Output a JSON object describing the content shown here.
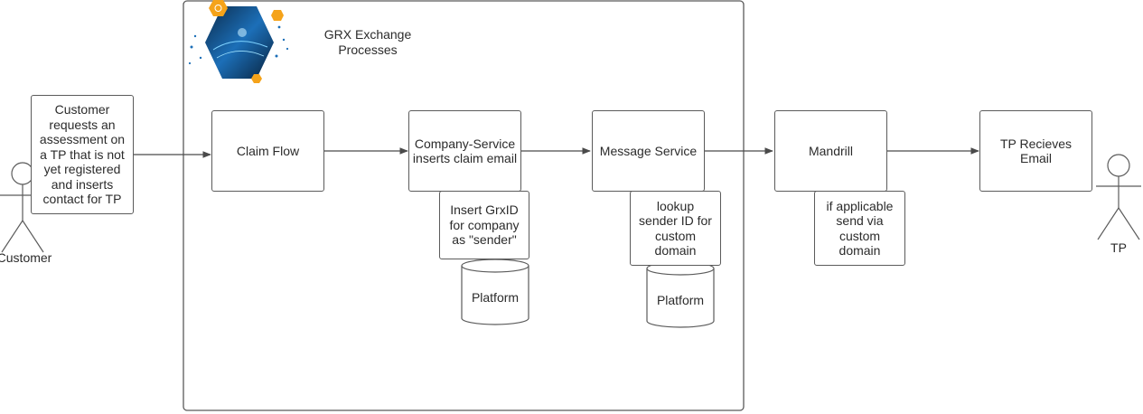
{
  "diagram": {
    "group_title": "GRX Exchange\nProcesses",
    "actors": {
      "customer": "Customer",
      "tp": "TP"
    },
    "nodes": {
      "customer_note": "Customer\nrequests an\nassessment on\na TP that is not\nyet registered\nand inserts\ncontact for TP",
      "claim_flow": "Claim Flow",
      "company_service": "Company-Service\ninserts claim email",
      "insert_grxid_note": "Insert GrxID\nfor company\nas \"sender\"",
      "message_service": "Message Service",
      "lookup_note": "lookup\nsender ID for\ncustom\ndomain",
      "mandrill": "Mandrill",
      "mandrill_note": "if applicable\nsend via\ncustom\ndomain",
      "tp_receives": "TP Recieves Email"
    },
    "databases": {
      "platform_1": "Platform",
      "platform_2": "Platform"
    },
    "colors": {
      "stroke": "#5b5b5b",
      "text": "#2b2b2b",
      "mandrill_logo": "#c02539",
      "logo_accent": "#f5a31a",
      "logo_blue": "#1c6fb8"
    },
    "icons": {
      "mandrill_logo": "mandrill-logo-icon",
      "grx_logo": "grx-hexagon-logo-icon"
    }
  }
}
